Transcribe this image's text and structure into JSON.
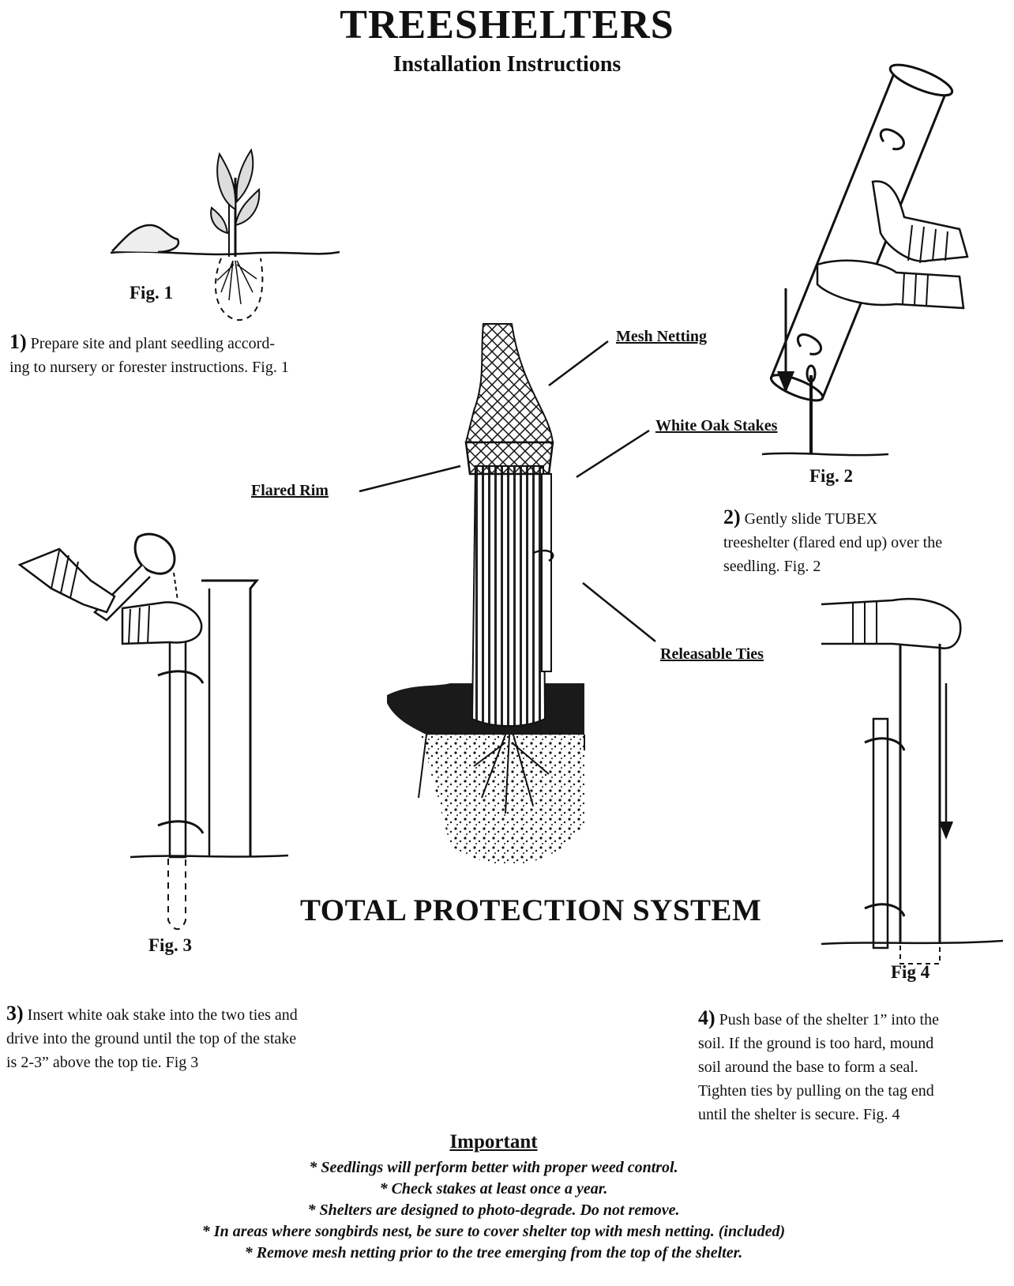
{
  "header": {
    "title": "TREESHELTERS",
    "subtitle": "Installation Instructions"
  },
  "figures": {
    "fig1": "Fig. 1",
    "fig2": "Fig. 2",
    "fig3": "Fig. 3",
    "fig4": "Fig 4"
  },
  "steps": [
    {
      "num": "1)",
      "lines": [
        "Prepare site and plant seedling accord-",
        "ing to nursery or forester instructions. Fig. 1"
      ]
    },
    {
      "num": "2)",
      "lines": [
        "Gently slide TUBEX",
        "treeshelter (flared end up) over the",
        "seedling. Fig. 2"
      ]
    },
    {
      "num": "3)",
      "lines": [
        "Insert white oak stake into the two ties and",
        "drive into the ground until the top of the stake",
        "is 2-3” above the top tie. Fig 3"
      ]
    },
    {
      "num": "4)",
      "lines": [
        "Push base of the shelter 1” into the",
        "soil. If the ground is too hard, mound",
        "soil around the base to form a seal.",
        "Tighten ties by pulling on the tag end",
        "until the shelter is secure.  Fig. 4"
      ]
    }
  ],
  "callouts": {
    "mesh": "Mesh Netting",
    "stakes": "White Oak Stakes",
    "rim": "Flared Rim",
    "ties": "Releasable Ties"
  },
  "system_title": "TOTAL PROTECTION SYSTEM",
  "important": {
    "heading": "Important",
    "notes": [
      "* Seedlings will perform better with proper weed control.",
      "* Check stakes at least once a year.",
      "* Shelters are designed to photo-degrade. Do not remove.",
      "* In areas where songbirds nest, be sure to cover shelter top with mesh netting. (included)",
      "* Remove mesh netting prior to the tree emerging from the top of the shelter."
    ]
  }
}
